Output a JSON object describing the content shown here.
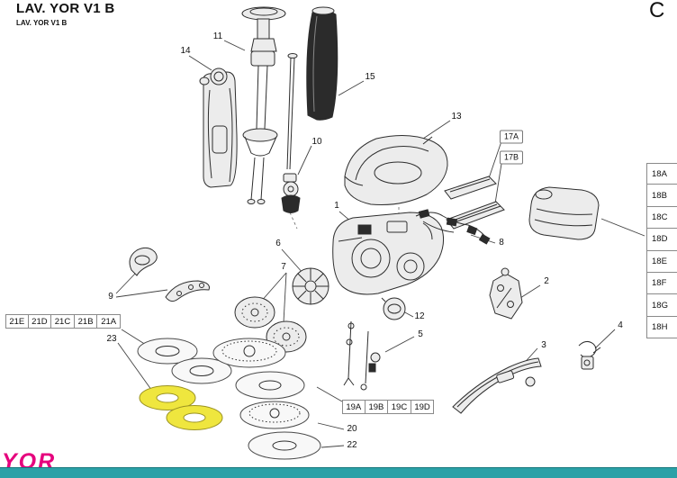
{
  "header": {
    "title": "LAV. YOR V1 B",
    "subtitle": "LAV. YOR V1 B",
    "page_marker": "C"
  },
  "callouts": {
    "c1": "1",
    "c2": "2",
    "c3": "3",
    "c4": "4",
    "c5": "5",
    "c6": "6",
    "c7": "7",
    "c8": "8",
    "c9": "9",
    "c10": "10",
    "c11": "11",
    "c12": "12",
    "c13": "13",
    "c14": "14",
    "c15": "15",
    "c17a": "17A",
    "c17b": "17B",
    "c20": "20",
    "c22": "22",
    "c23": "23"
  },
  "groups": {
    "g18": [
      "18A",
      "18B",
      "18C",
      "18D",
      "18E",
      "18F",
      "18G",
      "18H"
    ],
    "g21": [
      "21E",
      "21D",
      "21C",
      "21B",
      "21A"
    ],
    "g19": [
      "19A",
      "19B",
      "19C",
      "19D"
    ]
  },
  "footer": {
    "logo_text": "YOR"
  },
  "colors": {
    "highlight": "#efe63e",
    "footer_bar": "#2ba1a7",
    "logo_pink": "#e5007d",
    "line": "#2e2e2e"
  }
}
